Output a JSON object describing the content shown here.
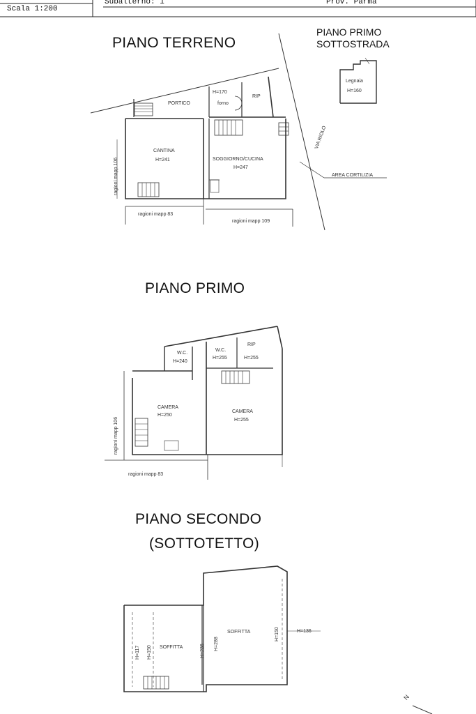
{
  "header": {
    "scale": "Scala 1:200",
    "subalterno": "Subalterno: 1",
    "province": "Prov. Parma"
  },
  "floors": {
    "ground": {
      "title": "PIANO TERRENO",
      "rooms": {
        "portico": "PORTICO",
        "h170": "H=170",
        "forno": "forno",
        "rip": "RIP",
        "cantina": "CANTINA",
        "cantina_h": "H=241",
        "soggiorno": "SOGGIORNO/CUCINA",
        "soggiorno_h": "H=247"
      },
      "labels": {
        "via": "VIA RIOLO",
        "area": "AREA CORTILIZIA",
        "mapp106": "ragioni mapp 106",
        "mapp83": "ragioni mapp 83",
        "mapp109": "ragioni mapp 109"
      }
    },
    "basement": {
      "title_line1": "PIANO PRIMO",
      "title_line2": "SOTTOSTRADA",
      "room": "Legnaia",
      "room_h": "H=160"
    },
    "first": {
      "title": "PIANO PRIMO",
      "rooms": {
        "wc1": "W.C.",
        "wc1_h": "H=240",
        "wc2": "W.C.",
        "wc2_h": "H=255",
        "rip": "RIP",
        "rip_h": "H=255",
        "camera1": "CAMERA",
        "camera1_h": "H=250",
        "camera2": "CAMERA",
        "camera2_h": "H=255"
      },
      "labels": {
        "mapp106": "ragioni mapp 106",
        "mapp83": "ragioni mapp 83"
      }
    },
    "second": {
      "title_line1": "PIANO SECONDO",
      "title_line2": "(SOTTOTETTO)",
      "rooms": {
        "soffitta1": "SOFFITTA",
        "soffitta2": "SOFFITTA"
      },
      "heights": {
        "h117": "H=117",
        "h150a": "H=150",
        "h236": "H=236",
        "h288": "H=288",
        "h150b": "H=150",
        "h136": "H=136"
      }
    }
  },
  "north": "N"
}
